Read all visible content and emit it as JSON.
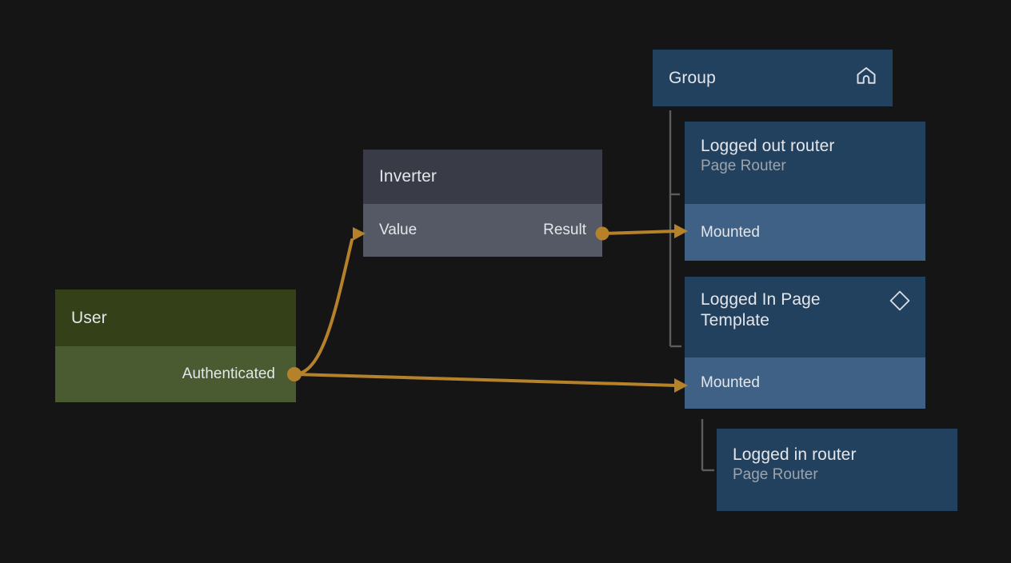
{
  "canvas": {
    "background": "#151516",
    "wire_color": "#b5812a",
    "tree_line_color": "#5c5c5c"
  },
  "nodes": {
    "group": {
      "title": "Group",
      "icon": "home-icon",
      "color_header": "#22415f"
    },
    "logged_out_router": {
      "title": "Logged out router",
      "subtitle": "Page Router",
      "row": "Mounted",
      "color_header": "#22415f",
      "color_row": "#3f6185"
    },
    "logged_in_template": {
      "title": "Logged In Page Template",
      "icon": "diamond-icon",
      "row": "Mounted",
      "color_header": "#22415f",
      "color_row": "#3f6185"
    },
    "logged_in_router": {
      "title": "Logged in router",
      "subtitle": "Page Router",
      "color_header": "#22415f"
    },
    "inverter": {
      "title": "Inverter",
      "input_label": "Value",
      "output_label": "Result",
      "color_header": "#393c47",
      "color_row": "#555965"
    },
    "user": {
      "title": "User",
      "output_label": "Authenticated",
      "color_header": "#344017",
      "color_row": "#4a5a31"
    }
  },
  "connections": [
    {
      "from": "user.Authenticated",
      "to": "inverter.Value"
    },
    {
      "from": "inverter.Result",
      "to": "logged_out_router.Mounted"
    },
    {
      "from": "user.Authenticated",
      "to": "logged_in_template.Mounted"
    }
  ]
}
